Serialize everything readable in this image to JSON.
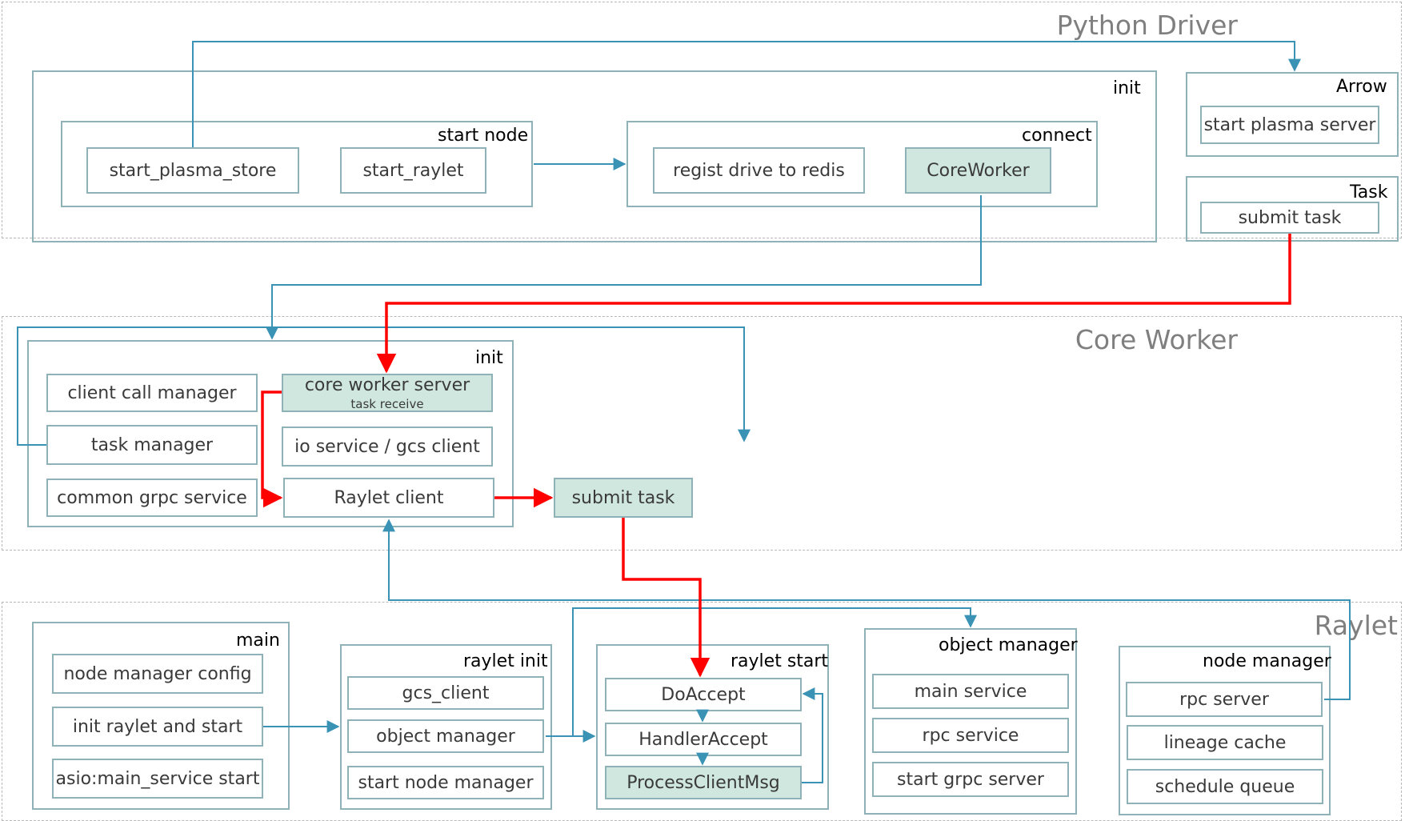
{
  "sections": {
    "python_driver": "Python Driver",
    "core_worker": "Core Worker",
    "raylet": "Raylet"
  },
  "python_driver": {
    "init_title": "init",
    "start_node": {
      "title": "start node",
      "items": [
        "start_plasma_store",
        "start_raylet"
      ]
    },
    "connect": {
      "title": "connect",
      "items": [
        "regist drive to redis",
        "CoreWorker"
      ]
    },
    "arrow": {
      "title": "Arrow",
      "items": [
        "start plasma server"
      ]
    },
    "task": {
      "title": "Task",
      "items": [
        "submit task"
      ]
    }
  },
  "core_worker": {
    "init_title": "init",
    "left_items": [
      "client call manager",
      "task manager",
      "common grpc service"
    ],
    "server": {
      "label": "core worker server",
      "sublabel": "task receive"
    },
    "io_service": "io service / gcs client",
    "raylet_client": "Raylet client",
    "submit_task": "submit task"
  },
  "raylet": {
    "main": {
      "title": "main",
      "items": [
        "node manager config",
        "init raylet  and start",
        "asio:main_service start"
      ]
    },
    "raylet_init": {
      "title": "raylet init",
      "items": [
        "gcs_client",
        "object manager",
        "start node manager"
      ]
    },
    "raylet_start": {
      "title": "raylet start",
      "items": [
        "DoAccept",
        "HandlerAccept",
        "ProcessClientMsg"
      ]
    },
    "object_manager": {
      "title": "object manager",
      "items": [
        "main service",
        "rpc service",
        "start grpc server"
      ]
    },
    "node_manager": {
      "title": "node manager",
      "items": [
        "rpc server",
        "lineage cache",
        "schedule queue"
      ]
    }
  },
  "colors": {
    "box_border": "#8fb1b8",
    "box_fill_highlight": "#cfe7de",
    "blue_line": "#3a93b5",
    "red_line": "#ff0000",
    "section_title": "#7f7f7f"
  }
}
